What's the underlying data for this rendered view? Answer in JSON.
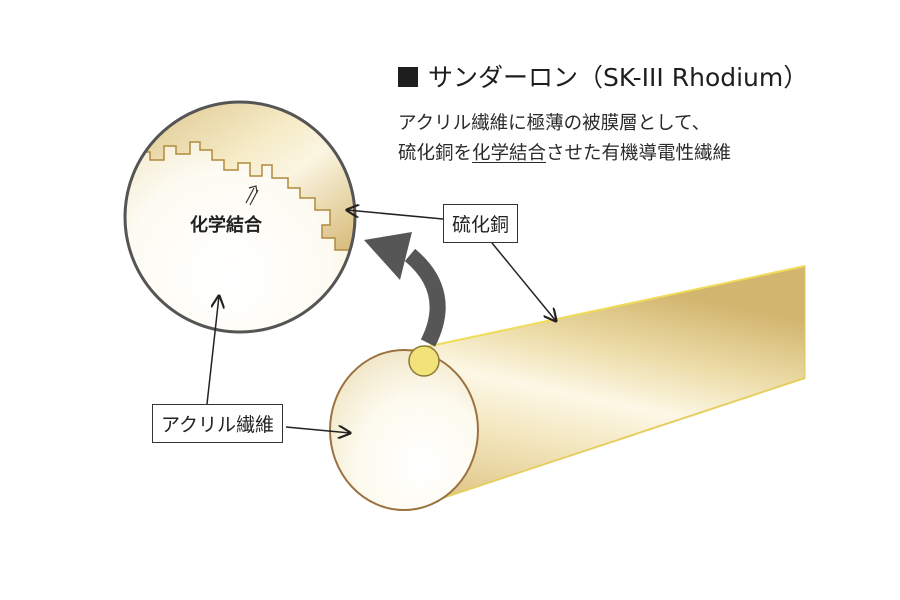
{
  "title": {
    "marker": "■",
    "text": "サンダーロン（SK-III Rhodium）"
  },
  "description": {
    "line1": "アクリル繊維に極薄の被膜層として、",
    "line2_pre": "硫化銅を",
    "line2_underline": "化学結合",
    "line2_post": "させた有機導電性繊維"
  },
  "labels": {
    "copper_sulfide": "硫化銅",
    "acrylic_fiber": "アクリル繊維",
    "chemical_bond": "化学結合"
  },
  "colors": {
    "gold_light": "#fbf6dc",
    "gold_mid": "#e8d69a",
    "gold_dark": "#c9a75a",
    "outline": "#8a6a3a",
    "arrow_gray": "#555555",
    "highlight_circle": "#f2e27a"
  }
}
